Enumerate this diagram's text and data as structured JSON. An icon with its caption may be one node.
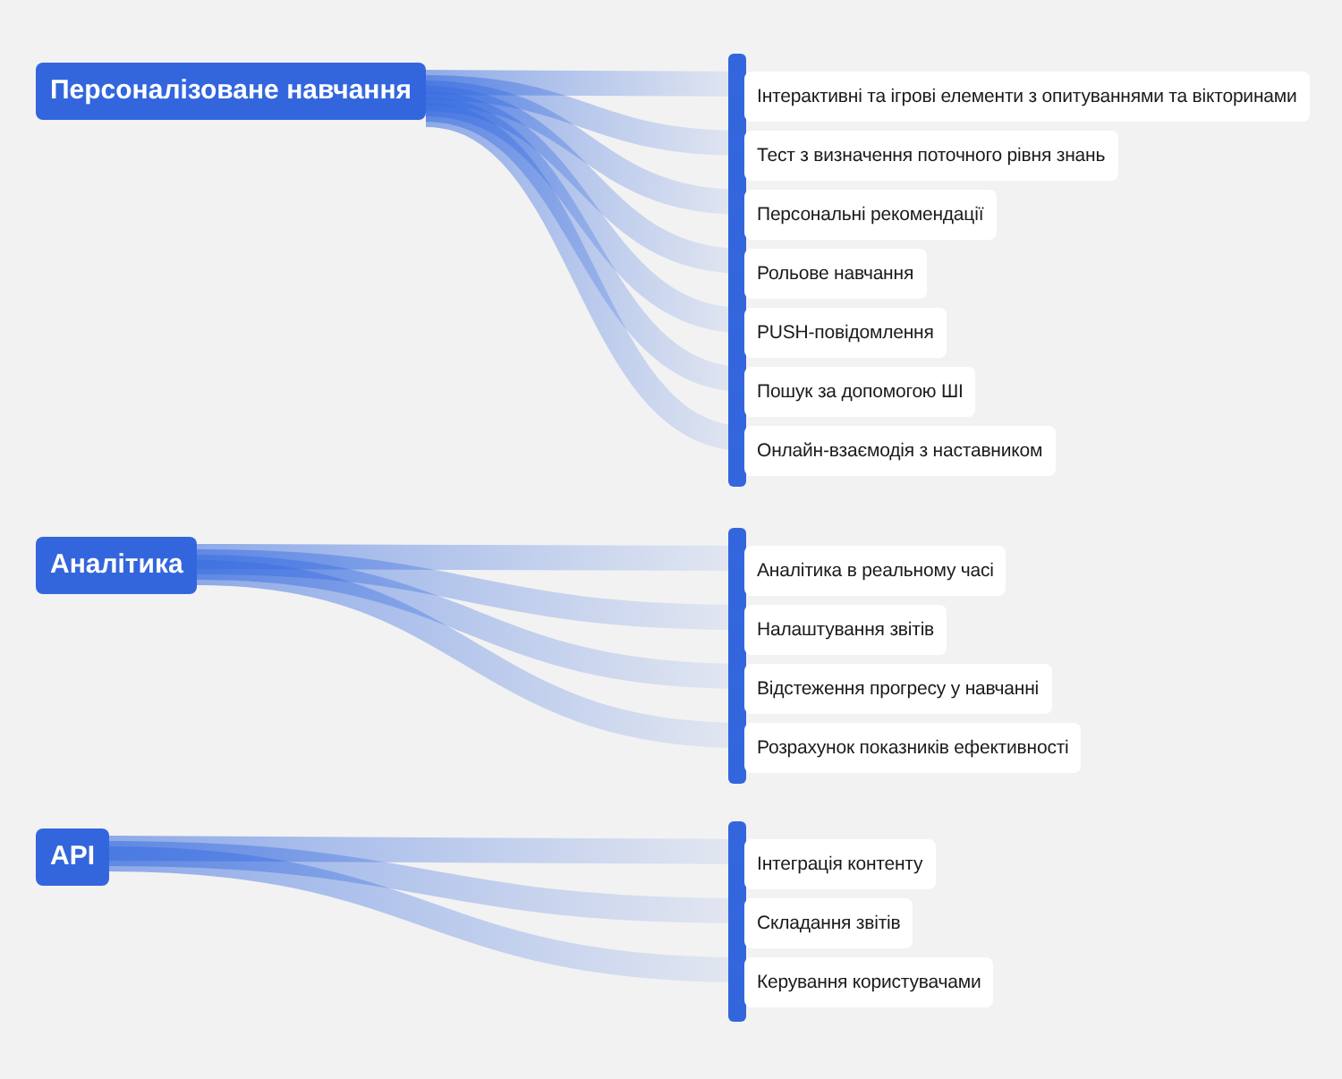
{
  "diagram": {
    "nodes": [
      {
        "text": [
          "Персоналізоване навчання"
        ]
      },
      {
        "text": [
          "Інтерактивні та ігрові елементи з опитуваннями та вікторинами"
        ]
      },
      {
        "text": [
          "Тест з визначення поточного рівня знань"
        ]
      },
      {
        "text": [
          "Персональні рекомендації"
        ]
      },
      {
        "text": [
          "Рольове навчання"
        ]
      },
      {
        "text": [
          "PUSH-повідомлення"
        ]
      },
      {
        "text": [
          "Пошук за допомогою ШІ"
        ]
      },
      {
        "text": [
          "Онлайн-взаємодія з наставником"
        ]
      },
      {
        "text": [
          "Аналітика"
        ]
      },
      {
        "text": [
          "Аналітика в реальному часі"
        ]
      },
      {
        "text": [
          "Налаштування звітів"
        ]
      },
      {
        "text": [
          "Відстеження прогресу у навчанні"
        ]
      },
      {
        "text": [
          "Розрахунок показників ефективності"
        ]
      },
      {
        "text": [
          "API"
        ]
      },
      {
        "text": [
          "Інтеграція контенту"
        ]
      },
      {
        "text": [
          "Складання звітів"
        ]
      },
      {
        "text": [
          "Керування користувачами"
        ]
      }
    ],
    "edges": [
      {
        "from": 0,
        "to": 1,
        "arrow": "none",
        "style": "thick"
      },
      {
        "from": 0,
        "to": 2,
        "arrow": "none",
        "style": "thick"
      },
      {
        "from": 0,
        "to": 3,
        "arrow": "none",
        "style": "thick"
      },
      {
        "from": 0,
        "to": 4,
        "arrow": "none",
        "style": "thick"
      },
      {
        "from": 0,
        "to": 5,
        "arrow": "none",
        "style": "thick"
      },
      {
        "from": 0,
        "to": 6,
        "arrow": "none",
        "style": "thick"
      },
      {
        "from": 0,
        "to": 7,
        "arrow": "none",
        "style": "thick"
      },
      {
        "from": 8,
        "to": 9,
        "arrow": "none",
        "style": "thick"
      },
      {
        "from": 8,
        "to": 10,
        "arrow": "none",
        "style": "thick"
      },
      {
        "from": 8,
        "to": 11,
        "arrow": "none",
        "style": "thick"
      },
      {
        "from": 8,
        "to": 12,
        "arrow": "none",
        "style": "thick"
      },
      {
        "from": 13,
        "to": 14,
        "arrow": "none",
        "style": "thick"
      },
      {
        "from": 13,
        "to": 15,
        "arrow": "none",
        "style": "thick"
      },
      {
        "from": 13,
        "to": 16,
        "arrow": "none",
        "style": "thick"
      }
    ]
  }
}
